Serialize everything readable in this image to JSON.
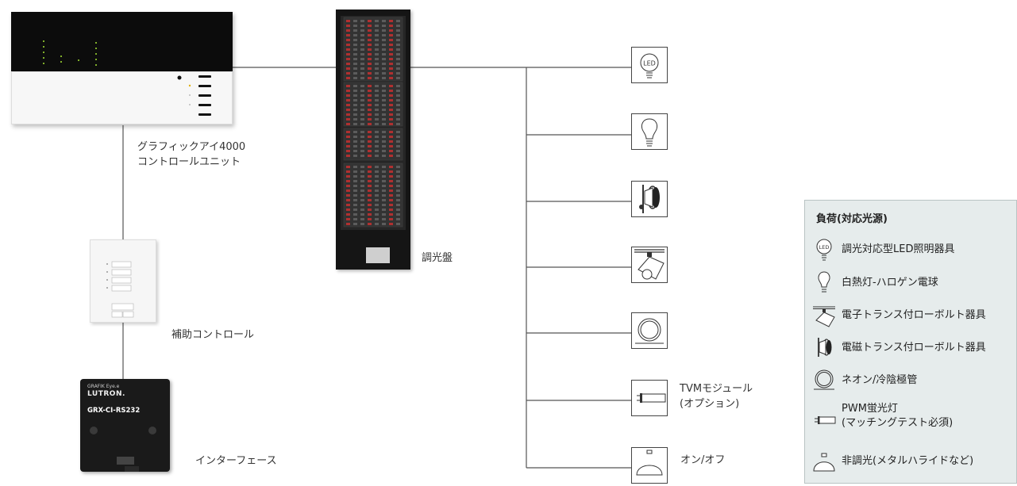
{
  "control_unit": {
    "label_line1": "グラフィックアイ4000",
    "label_line2": "コントロールユニット"
  },
  "dimmer_panel": {
    "label": "調光盤"
  },
  "aux_control": {
    "label": "補助コントロール"
  },
  "interface": {
    "label": "インターフェース",
    "device_brand_small": "GRAFIK Eye.e",
    "device_brand": "LUTRON.",
    "device_model": "GRX-CI-RS232"
  },
  "loads": {
    "tvm_line1": "TVMモジュール",
    "tvm_line2": "(オプション)",
    "onoff": "オン/オフ"
  },
  "legend": {
    "title": "負荷(対応光源)",
    "items": [
      {
        "icon": "led-bulb-icon",
        "text": "調光対応型LED照明器具"
      },
      {
        "icon": "incandescent-bulb-icon",
        "text": "白熱灯-ハロゲン電球"
      },
      {
        "icon": "electronic-low-voltage-fixture-icon",
        "text": "電子トランス付ローボルト器具"
      },
      {
        "icon": "magnetic-low-voltage-fixture-icon",
        "text": "電磁トランス付ローボルト器具"
      },
      {
        "icon": "neon-cold-cathode-icon",
        "text": "ネオン/冷陰極管"
      },
      {
        "icon": "pwm-fluorescent-icon",
        "text_line1": "PWM蛍光灯",
        "text_line2": "(マッチングテスト必須)"
      },
      {
        "icon": "non-dim-fixture-icon",
        "text": "非調光(メタルハライドなど)"
      }
    ]
  },
  "led_text": "LED",
  "colors": {
    "line": "#555555",
    "legend_bg": "#e6ecec",
    "panel": "#151515"
  }
}
